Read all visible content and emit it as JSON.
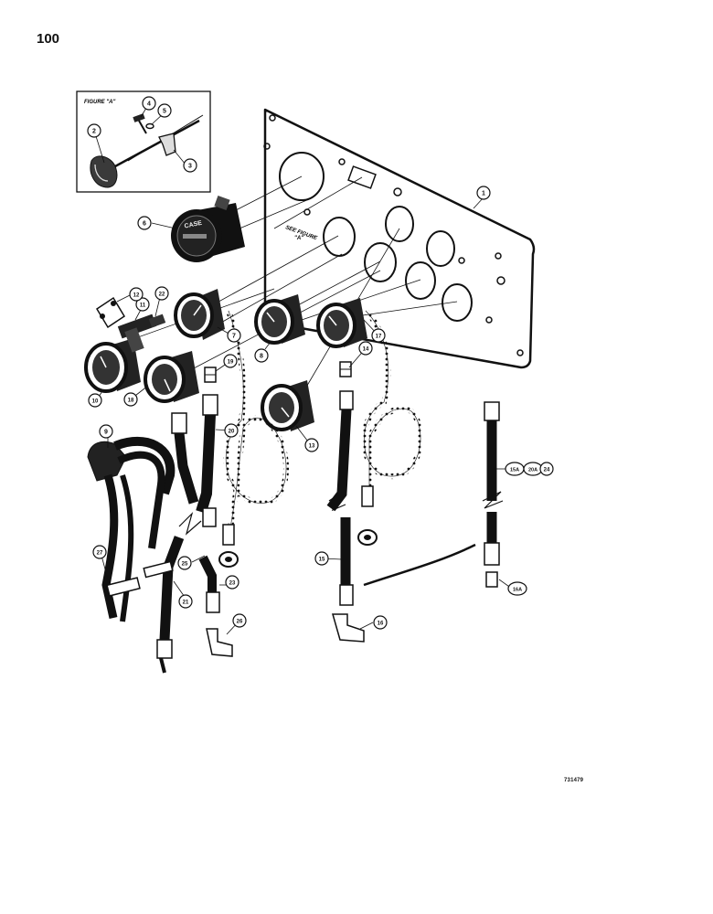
{
  "page": {
    "number": "100"
  },
  "inset": {
    "title": "FIGURE \"A\""
  },
  "panel_note": {
    "line1": "SEE FIGURE",
    "line2": "\"A\""
  },
  "gauge_face": {
    "brand": "CASE"
  },
  "drawing_number": "731479",
  "callouts": [
    "1",
    "2",
    "3",
    "4",
    "5",
    "6",
    "7",
    "8",
    "9",
    "10",
    "11",
    "12",
    "13",
    "14",
    "15",
    "15A",
    "16",
    "16A",
    "17",
    "18",
    "19",
    "20",
    "20A",
    "21",
    "22",
    "23",
    "24",
    "25",
    "26",
    "27"
  ],
  "colors": {
    "ink": "#111111",
    "paper": "#ffffff",
    "shade": "#3a3a3a"
  }
}
